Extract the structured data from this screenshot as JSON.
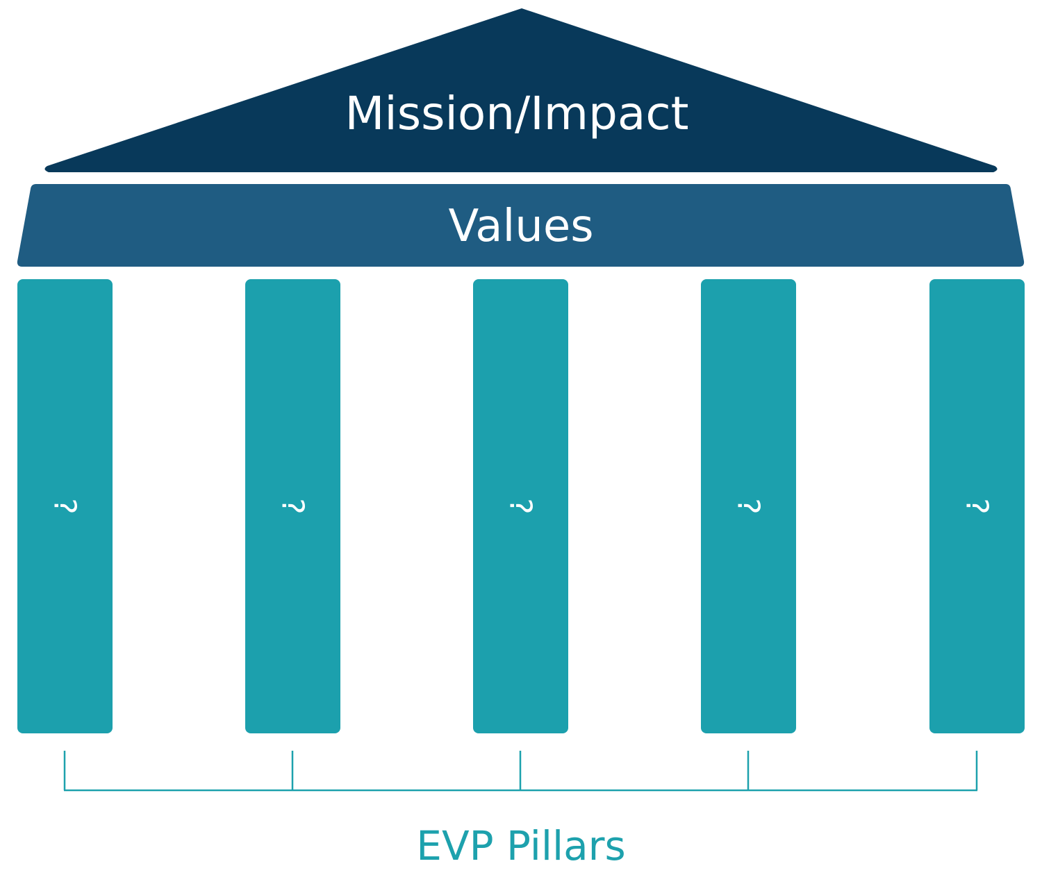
{
  "roof": {
    "label": "Mission/Impact"
  },
  "beam": {
    "label": "Values"
  },
  "pillars": [
    {
      "label": "?"
    },
    {
      "label": "?"
    },
    {
      "label": "?"
    },
    {
      "label": "?"
    },
    {
      "label": "?"
    }
  ],
  "caption": "EVP Pillars",
  "colors": {
    "roof": "#08395a",
    "beam": "#1f5c82",
    "pillar": "#1ca0ad",
    "caption": "#1da1ad"
  }
}
